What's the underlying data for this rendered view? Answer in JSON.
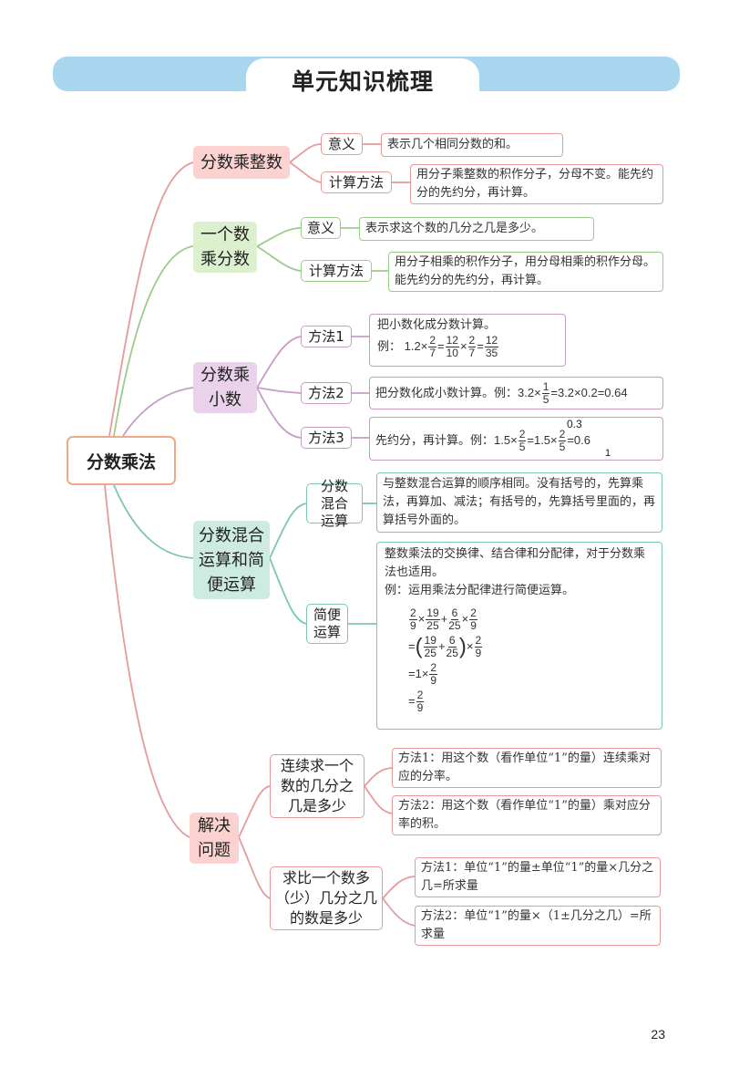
{
  "title": "单元知识梳理",
  "root": "分数乘法",
  "b1": {
    "label": "分数乘整数",
    "meaning_label": "意义",
    "meaning": "表示几个相同分数的和。",
    "calc_label": "计算方法",
    "calc": "用分子乘整数的积作分子，分母不变。能先约分的先约分，再计算。"
  },
  "b2": {
    "label": "一个数乘分数",
    "meaning_label": "意义",
    "meaning": "表示求这个数的几分之几是多少。",
    "calc_label": "计算方法",
    "calc": "用分子相乘的积作分子，用分母相乘的积作分母。能先约分的先约分，再计算。"
  },
  "b3": {
    "label": "分数乘小数",
    "m1_label": "方法1",
    "m1_text": "把小数化成分数计算。",
    "m1_ex_prefix": "例：",
    "m1_ex_a": "1.2×",
    "m1_f1n": "2",
    "m1_f1d": "7",
    "m1_eq": "=",
    "m1_f2n": "12",
    "m1_f2d": "10",
    "m1_times": "×",
    "m1_f3n": "2",
    "m1_f3d": "7",
    "m1_f4n": "12",
    "m1_f4d": "35",
    "m2_label": "方法2",
    "m2_text": "把分数化成小数计算。例：",
    "m2_a": "3.2×",
    "m2_fn": "1",
    "m2_fd": "5",
    "m2_b": "=3.2×0.2=0.64",
    "m3_label": "方法3",
    "m3_text": "先约分，再计算。例：",
    "m3_a": "1.5×",
    "m3_fn": "2",
    "m3_fd": "5",
    "m3_top": "0.3",
    "m3_b": "=1.5×",
    "m3_gn": "2",
    "m3_gd": "5",
    "m3_bottom": "1",
    "m3_c": "=0.6"
  },
  "b4": {
    "label": "分数混合运算和简便运算",
    "mix_label": "分数混合运算",
    "mix": "与整数混合运算的顺序相同。没有括号的，先算乘法，再算加、减法；有括号的，先算括号里面的，再算括号外面的。",
    "simple_label": "简便运算",
    "simple_1": "整数乘法的交换律、结合律和分配律，对于分数乘法也适用。",
    "simple_2": "例：运用乘法分配律进行简便运算。",
    "e_2": "2",
    "e_9": "9",
    "e_19": "19",
    "e_25": "25",
    "e_6": "6",
    "e_times": "×",
    "e_plus": "+",
    "e_eq": "=",
    "e_lp": "(",
    "e_rp": ")",
    "e_1times": "1×"
  },
  "b5": {
    "label": "解决问题",
    "q1_label": "连续求一个数的几分之几是多少",
    "q1_m1": "方法1：用这个数（看作单位“1”的量）连续乘对应的分率。",
    "q1_m2": "方法2：用这个数（看作单位“1”的量）乘对应分率的积。",
    "q2_label": "求比一个数多（少）几分之几的数是多少",
    "q2_m1": "方法1：单位“1”的量±单位“1”的量×几分之几=所求量",
    "q2_m2": "方法2：单位“1”的量×（1±几分之几）=所求量"
  },
  "page_number": "23",
  "colors": {
    "banner": "#a9d6ef",
    "pink": "#e79a9a",
    "green": "#9ccc8c",
    "purple": "#c79bc6",
    "teal": "#7cc7b2"
  }
}
